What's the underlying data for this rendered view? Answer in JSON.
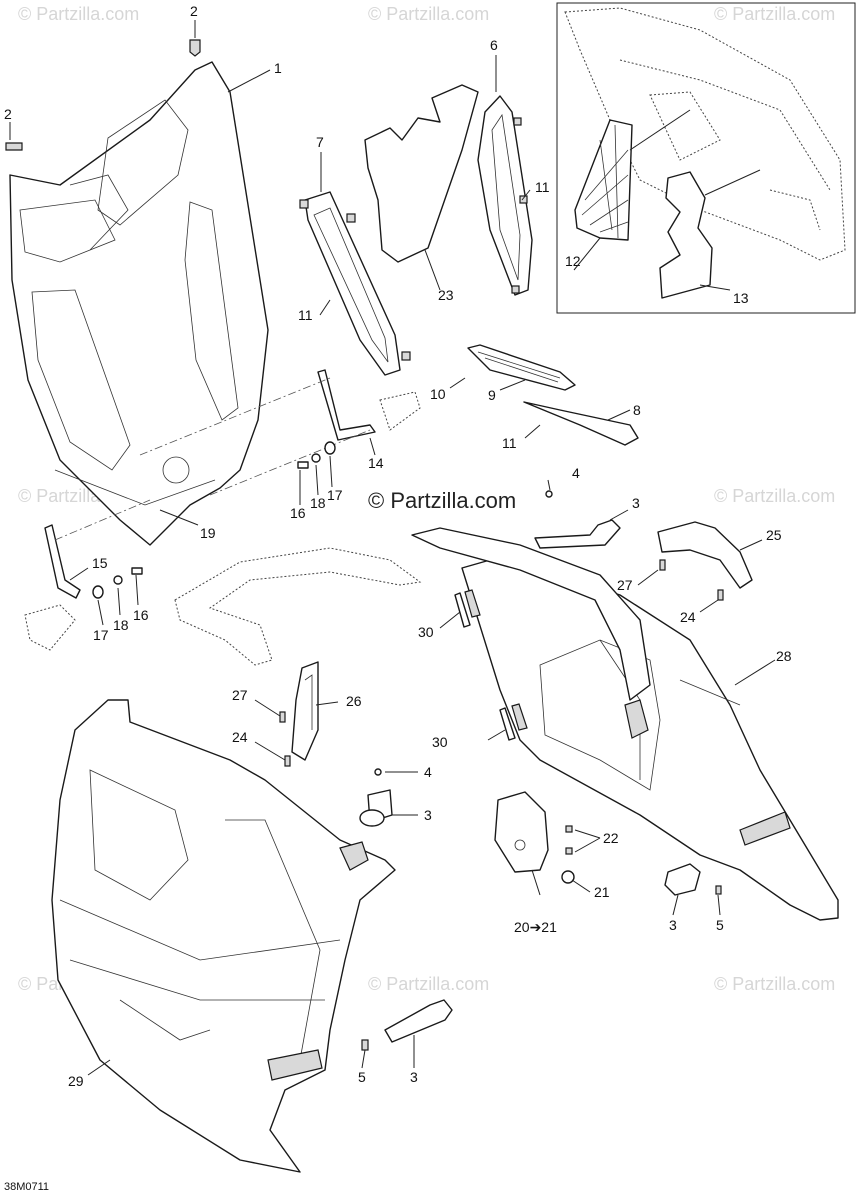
{
  "watermark": "© Partzilla.com",
  "center_watermark": "© Partzilla.com",
  "diagram_code": "38M0711",
  "callouts": {
    "c1": "1",
    "c2a": "2",
    "c2b": "2",
    "c3a": "3",
    "c3b": "3",
    "c3c": "3",
    "c3d": "3",
    "c4a": "4",
    "c4b": "4",
    "c5a": "5",
    "c5b": "5",
    "c6": "6",
    "c7": "7",
    "c8": "8",
    "c9": "9",
    "c10": "10",
    "c11a": "11",
    "c11b": "11",
    "c11c": "11",
    "c12": "12",
    "c13": "13",
    "c14": "14",
    "c15": "15",
    "c16a": "16",
    "c16b": "16",
    "c17a": "17",
    "c17b": "17",
    "c18a": "18",
    "c18b": "18",
    "c19": "19",
    "c20": "20➔21",
    "c21": "21",
    "c22": "22",
    "c23": "23",
    "c24a": "24",
    "c24b": "24",
    "c25": "25",
    "c26": "26",
    "c27a": "27",
    "c27b": "27",
    "c28": "28",
    "c29": "29",
    "c30a": "30",
    "c30b": "30"
  }
}
